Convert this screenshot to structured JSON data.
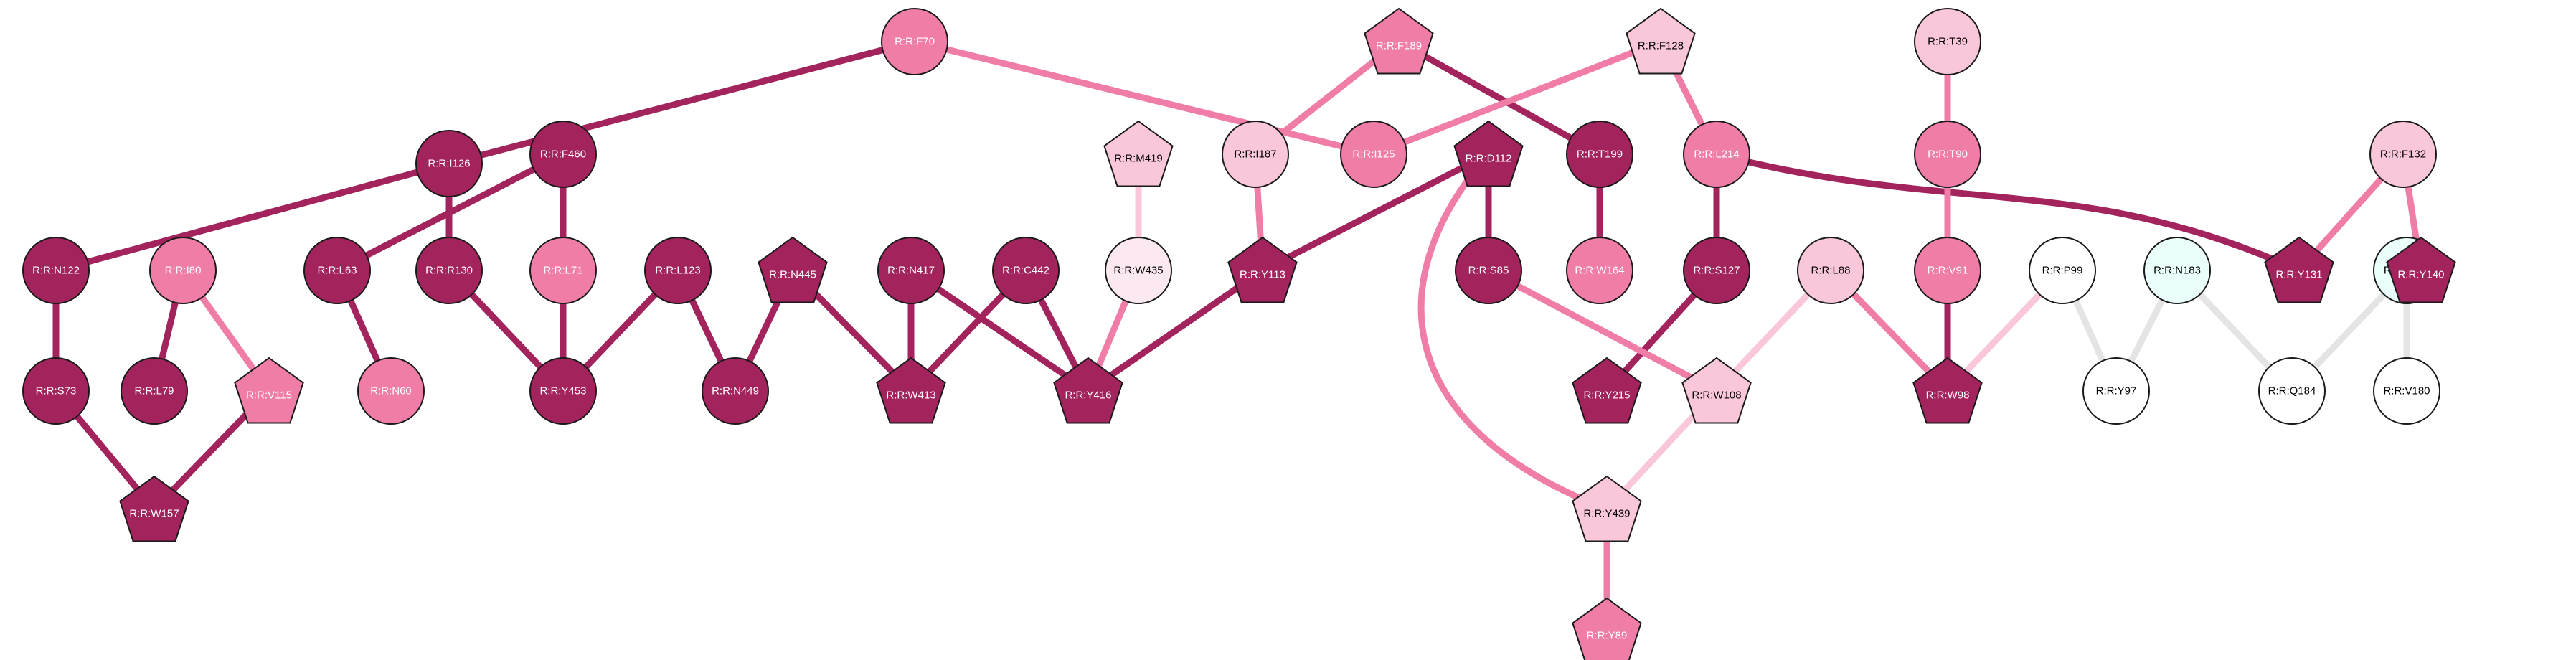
{
  "colors": {
    "dark": "#a3235c",
    "mid": "#f07ca8",
    "light": "#f9c6da",
    "pale": "#fce8f0",
    "white": "#ffffff",
    "cyan": "#eafffc",
    "edge_gray": "#e4e4e4"
  },
  "nodes": [
    {
      "id": "F70",
      "label": "R:R:F70",
      "shape": "circle",
      "fill": "mid"
    },
    {
      "id": "I126",
      "label": "R:R:I126",
      "shape": "circle",
      "fill": "dark"
    },
    {
      "id": "F460",
      "label": "R:R:F460",
      "shape": "circle",
      "fill": "dark"
    },
    {
      "id": "N122",
      "label": "R:R:N122",
      "shape": "circle",
      "fill": "dark"
    },
    {
      "id": "I80",
      "label": "R:R:I80",
      "shape": "circle",
      "fill": "mid"
    },
    {
      "id": "L63",
      "label": "R:R:L63",
      "shape": "circle",
      "fill": "dark"
    },
    {
      "id": "R130",
      "label": "R:R:R130",
      "shape": "circle",
      "fill": "dark"
    },
    {
      "id": "L71",
      "label": "R:R:L71",
      "shape": "circle",
      "fill": "mid"
    },
    {
      "id": "L123",
      "label": "R:R:L123",
      "shape": "circle",
      "fill": "dark"
    },
    {
      "id": "S73",
      "label": "R:R:S73",
      "shape": "circle",
      "fill": "dark"
    },
    {
      "id": "L79",
      "label": "R:R:L79",
      "shape": "circle",
      "fill": "dark"
    },
    {
      "id": "V115",
      "label": "R:R:V115",
      "shape": "pentagon",
      "fill": "mid"
    },
    {
      "id": "N60",
      "label": "R:R:N60",
      "shape": "circle",
      "fill": "mid"
    },
    {
      "id": "Y453",
      "label": "R:R:Y453",
      "shape": "circle",
      "fill": "dark"
    },
    {
      "id": "W157",
      "label": "R:R:W157",
      "shape": "pentagon",
      "fill": "dark"
    },
    {
      "id": "N445",
      "label": "R:R:N445",
      "shape": "pentagon",
      "fill": "dark"
    },
    {
      "id": "N449",
      "label": "R:R:N449",
      "shape": "circle",
      "fill": "dark"
    },
    {
      "id": "N417",
      "label": "R:R:N417",
      "shape": "circle",
      "fill": "dark"
    },
    {
      "id": "C442",
      "label": "R:R:C442",
      "shape": "circle",
      "fill": "dark"
    },
    {
      "id": "W413",
      "label": "R:R:W413",
      "shape": "pentagon",
      "fill": "dark"
    },
    {
      "id": "M419",
      "label": "R:R:M419",
      "shape": "pentagon",
      "fill": "light"
    },
    {
      "id": "W435",
      "label": "R:R:W435",
      "shape": "circle",
      "fill": "pale"
    },
    {
      "id": "Y416",
      "label": "R:R:Y416",
      "shape": "pentagon",
      "fill": "dark"
    },
    {
      "id": "I187",
      "label": "R:R:I187",
      "shape": "circle",
      "fill": "light"
    },
    {
      "id": "Y113",
      "label": "R:R:Y113",
      "shape": "pentagon",
      "fill": "dark"
    },
    {
      "id": "F189",
      "label": "R:R:F189",
      "shape": "pentagon",
      "fill": "mid"
    },
    {
      "id": "I125",
      "label": "R:R:I125",
      "shape": "circle",
      "fill": "mid"
    },
    {
      "id": "D112",
      "label": "R:R:D112",
      "shape": "pentagon",
      "fill": "dark"
    },
    {
      "id": "S85",
      "label": "R:R:S85",
      "shape": "circle",
      "fill": "dark"
    },
    {
      "id": "T199",
      "label": "R:R:T199",
      "shape": "circle",
      "fill": "dark"
    },
    {
      "id": "W164",
      "label": "R:R:W164",
      "shape": "circle",
      "fill": "mid"
    },
    {
      "id": "F128",
      "label": "R:R:F128",
      "shape": "pentagon",
      "fill": "light"
    },
    {
      "id": "L214",
      "label": "R:R:L214",
      "shape": "circle",
      "fill": "mid"
    },
    {
      "id": "S127",
      "label": "R:R:S127",
      "shape": "circle",
      "fill": "dark"
    },
    {
      "id": "Y215",
      "label": "R:R:Y215",
      "shape": "pentagon",
      "fill": "dark"
    },
    {
      "id": "L88",
      "label": "R:R:L88",
      "shape": "circle",
      "fill": "light"
    },
    {
      "id": "W108",
      "label": "R:R:W108",
      "shape": "pentagon",
      "fill": "light"
    },
    {
      "id": "Y439",
      "label": "R:R:Y439",
      "shape": "pentagon",
      "fill": "light"
    },
    {
      "id": "Y89",
      "label": "R:R:Y89",
      "shape": "pentagon",
      "fill": "mid"
    },
    {
      "id": "T39",
      "label": "R:R:T39",
      "shape": "circle",
      "fill": "light"
    },
    {
      "id": "T90",
      "label": "R:R:T90",
      "shape": "circle",
      "fill": "mid"
    },
    {
      "id": "V91",
      "label": "R:R:V91",
      "shape": "circle",
      "fill": "mid"
    },
    {
      "id": "W98",
      "label": "R:R:W98",
      "shape": "pentagon",
      "fill": "dark"
    },
    {
      "id": "P99",
      "label": "R:R:P99",
      "shape": "circle",
      "fill": "white"
    },
    {
      "id": "Y97",
      "label": "R:R:Y97",
      "shape": "circle",
      "fill": "white"
    },
    {
      "id": "N183",
      "label": "R:R:N183",
      "shape": "circle",
      "fill": "cyan"
    },
    {
      "id": "Q184",
      "label": "R:R:Q184",
      "shape": "circle",
      "fill": "white"
    },
    {
      "id": "F186",
      "label": "R:R:F186",
      "shape": "circle",
      "fill": "cyan"
    },
    {
      "id": "V180",
      "label": "R:R:V180",
      "shape": "circle",
      "fill": "white"
    },
    {
      "id": "F132",
      "label": "R:R:F132",
      "shape": "circle",
      "fill": "light"
    },
    {
      "id": "Y131",
      "label": "R:R:Y131",
      "shape": "pentagon",
      "fill": "dark"
    },
    {
      "id": "Y140",
      "label": "R:R:Y140",
      "shape": "pentagon",
      "fill": "dark"
    }
  ],
  "edges": [
    {
      "source": "F70",
      "target": "I126",
      "color": "dark"
    },
    {
      "source": "F70",
      "target": "I125",
      "color": "mid"
    },
    {
      "source": "I126",
      "target": "N122",
      "color": "dark"
    },
    {
      "source": "I126",
      "target": "R130",
      "color": "dark"
    },
    {
      "source": "F460",
      "target": "L63",
      "color": "dark"
    },
    {
      "source": "F460",
      "target": "L71",
      "color": "dark"
    },
    {
      "source": "N122",
      "target": "S73",
      "color": "dark"
    },
    {
      "source": "S73",
      "target": "W157",
      "color": "dark"
    },
    {
      "source": "I80",
      "target": "L79",
      "color": "dark"
    },
    {
      "source": "I80",
      "target": "V115",
      "color": "mid"
    },
    {
      "source": "V115",
      "target": "W157",
      "color": "dark"
    },
    {
      "source": "L63",
      "target": "N60",
      "color": "dark"
    },
    {
      "source": "R130",
      "target": "Y453",
      "color": "dark"
    },
    {
      "source": "L71",
      "target": "Y453",
      "color": "dark"
    },
    {
      "source": "L123",
      "target": "Y453",
      "color": "dark"
    },
    {
      "source": "L123",
      "target": "N449",
      "color": "dark"
    },
    {
      "source": "N445",
      "target": "N449",
      "color": "dark"
    },
    {
      "source": "N445",
      "target": "W413",
      "color": "dark"
    },
    {
      "source": "N417",
      "target": "W413",
      "color": "dark"
    },
    {
      "source": "N417",
      "target": "Y416",
      "color": "dark"
    },
    {
      "source": "C442",
      "target": "W413",
      "color": "dark"
    },
    {
      "source": "C442",
      "target": "Y416",
      "color": "dark"
    },
    {
      "source": "M419",
      "target": "W435",
      "color": "light"
    },
    {
      "source": "W435",
      "target": "Y416",
      "color": "mid"
    },
    {
      "source": "Y113",
      "target": "Y416",
      "color": "dark"
    },
    {
      "source": "I187",
      "target": "Y113",
      "color": "mid"
    },
    {
      "source": "F189",
      "target": "I187",
      "color": "mid"
    },
    {
      "source": "F189",
      "target": "T199",
      "color": "dark"
    },
    {
      "source": "D112",
      "target": "Y113",
      "color": "dark"
    },
    {
      "source": "D112",
      "target": "S85",
      "color": "dark"
    },
    {
      "source": "D112",
      "target": "Y439",
      "color": "mid",
      "curve": true
    },
    {
      "source": "T199",
      "target": "W164",
      "color": "dark"
    },
    {
      "source": "F128",
      "target": "I125",
      "color": "mid"
    },
    {
      "source": "F128",
      "target": "L214",
      "color": "mid"
    },
    {
      "source": "L214",
      "target": "S127",
      "color": "dark"
    },
    {
      "source": "L214",
      "target": "Y131",
      "color": "dark",
      "curve": true
    },
    {
      "source": "S127",
      "target": "Y215",
      "color": "dark"
    },
    {
      "source": "S85",
      "target": "W108",
      "color": "mid"
    },
    {
      "source": "L88",
      "target": "W108",
      "color": "light"
    },
    {
      "source": "L88",
      "target": "W98",
      "color": "mid"
    },
    {
      "source": "W108",
      "target": "Y439",
      "color": "light"
    },
    {
      "source": "Y439",
      "target": "Y89",
      "color": "mid"
    },
    {
      "source": "T39",
      "target": "T90",
      "color": "mid"
    },
    {
      "source": "T90",
      "target": "V91",
      "color": "mid"
    },
    {
      "source": "V91",
      "target": "W98",
      "color": "dark"
    },
    {
      "source": "P99",
      "target": "W98",
      "color": "light"
    },
    {
      "source": "P99",
      "target": "Y97",
      "color": "edge_gray"
    },
    {
      "source": "N183",
      "target": "Y97",
      "color": "edge_gray"
    },
    {
      "source": "N183",
      "target": "Q184",
      "color": "edge_gray"
    },
    {
      "source": "F186",
      "target": "Q184",
      "color": "edge_gray"
    },
    {
      "source": "F186",
      "target": "V180",
      "color": "edge_gray"
    },
    {
      "source": "F132",
      "target": "Y131",
      "color": "mid"
    },
    {
      "source": "F132",
      "target": "Y140",
      "color": "mid"
    }
  ]
}
